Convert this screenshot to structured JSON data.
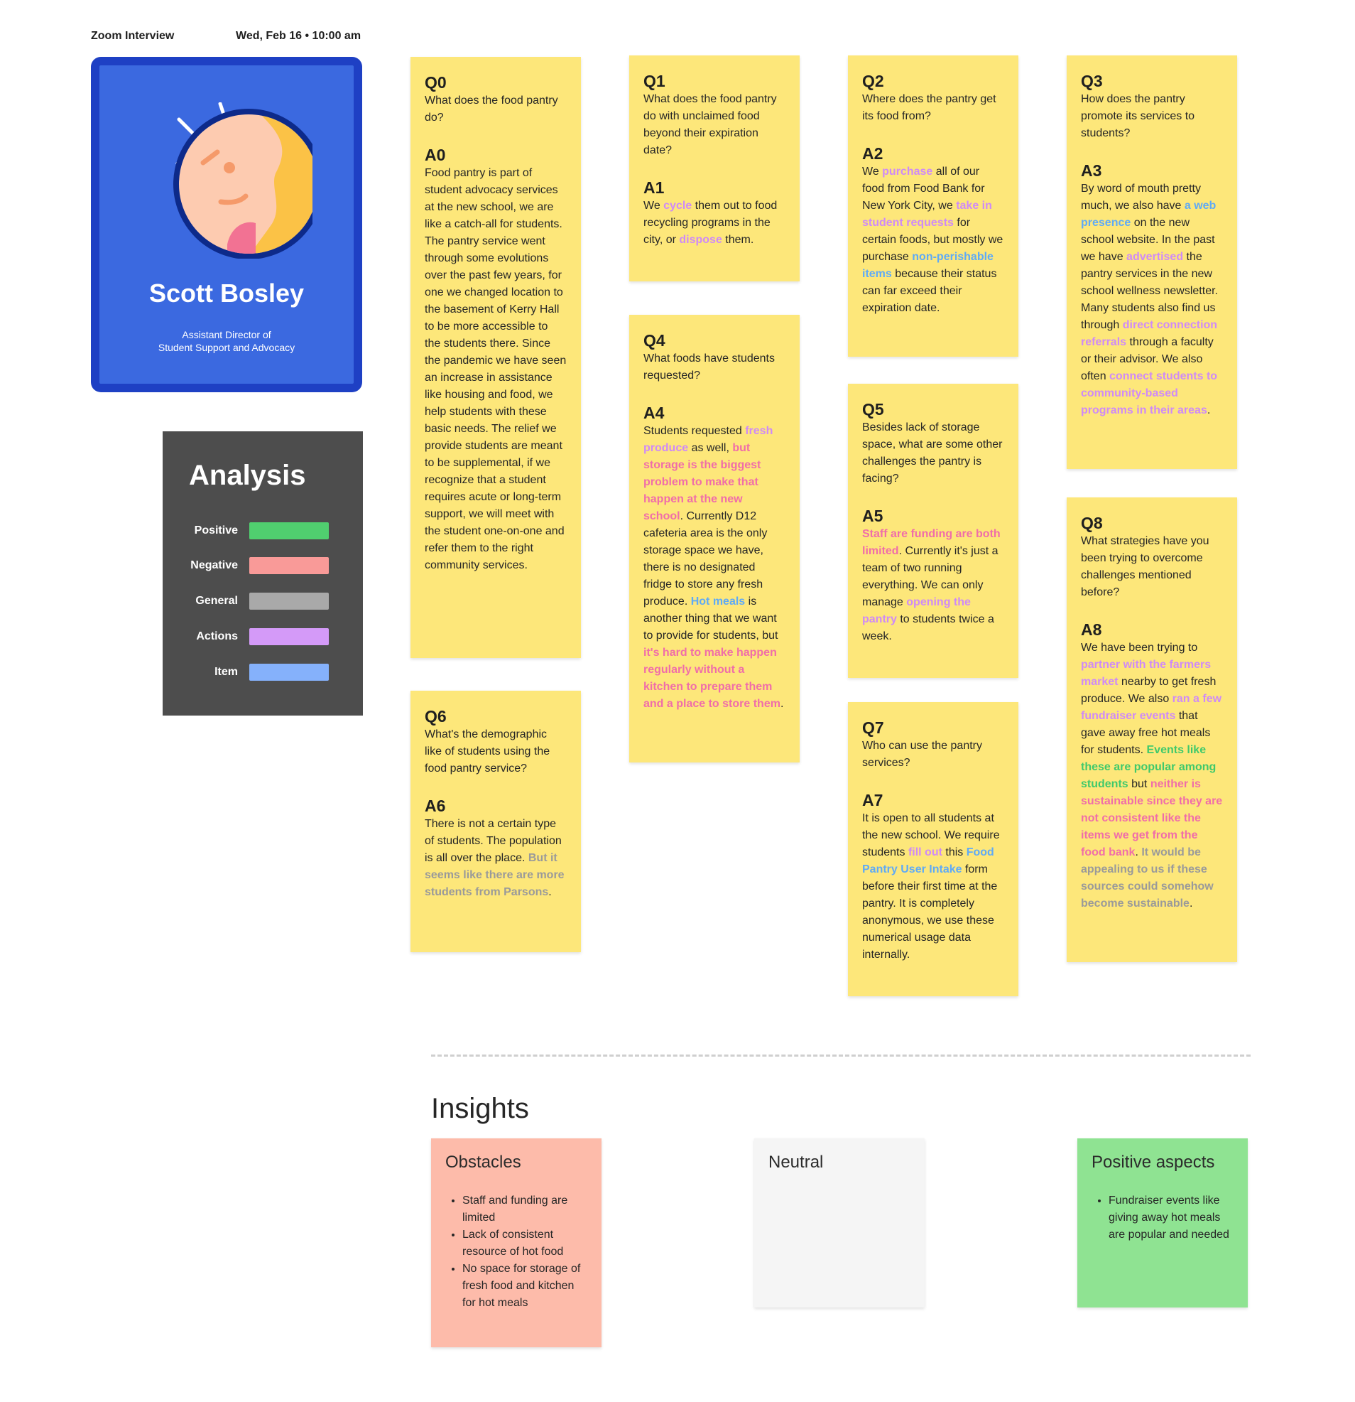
{
  "header": {
    "source": "Zoom Interview",
    "datetime": "Wed, Feb 16 • 10:00 am"
  },
  "profile": {
    "name": "Scott Bosley",
    "role_line1": "Assistant Director of",
    "role_line2": "Student Support and Advocacy",
    "avatar_icon": "face-avatar-icon",
    "colors": {
      "frame": "#1e40c4",
      "card": "#3b69e0",
      "face": "#fdcbb0",
      "hair": "#fbc246",
      "ring": "#0d2a8a"
    }
  },
  "analysis": {
    "title": "Analysis",
    "legend": [
      {
        "label": "Positive",
        "color": "#50cf6f"
      },
      {
        "label": "Negative",
        "color": "#f99a98"
      },
      {
        "label": "General",
        "color": "#a9a9a9"
      },
      {
        "label": "Actions",
        "color": "#d49af8"
      },
      {
        "label": "Item",
        "color": "#85b1fb"
      }
    ]
  },
  "notes": {
    "q0": {
      "q_label": "Q0",
      "question": "What does the food pantry do?",
      "a_label": "A0",
      "answer": [
        {
          "t": "Food pantry is part of student advocacy services at the new school, we are like a catch-all for students. The pantry service went through some evolutions over the past few years, for one we changed location to the basement of Kerry Hall to be more accessible to the students there. Since the pandemic we have seen an increase in assistance like housing and food, we help students with these basic needs. The relief we provide students are meant to be supplemental, if we recognize that a student requires acute or long-term support, we will meet with the student one-on-one and refer them to the right community services."
        }
      ]
    },
    "q1": {
      "q_label": "Q1",
      "question": "What does the food pantry do with unclaimed food beyond their expiration date?",
      "a_label": "A1",
      "answer": [
        {
          "t": "We "
        },
        {
          "t": "cycle",
          "c": "purple"
        },
        {
          "t": " them out to food recycling programs in the city, or "
        },
        {
          "t": "dispose",
          "c": "purple"
        },
        {
          "t": " them."
        }
      ]
    },
    "q2": {
      "q_label": "Q2",
      "question": "Where does the pantry get its food from?",
      "a_label": "A2",
      "answer": [
        {
          "t": "We "
        },
        {
          "t": "purchase",
          "c": "purple"
        },
        {
          "t": " all of our food from Food Bank for New York City, we "
        },
        {
          "t": "take in student requests",
          "c": "purple"
        },
        {
          "t": " for certain foods, but mostly we purchase "
        },
        {
          "t": "non-perishable items",
          "c": "blue"
        },
        {
          "t": " because their status can far exceed their expiration date."
        }
      ]
    },
    "q3": {
      "q_label": "Q3",
      "question": "How does the pantry promote its services to students?",
      "a_label": "A3",
      "answer": [
        {
          "t": "By word of mouth pretty much, we also have "
        },
        {
          "t": "a web presence",
          "c": "blue"
        },
        {
          "t": " on the new school website. In the past we have "
        },
        {
          "t": "advertised",
          "c": "purple"
        },
        {
          "t": " the pantry services in the new school wellness newsletter. Many students also find us through "
        },
        {
          "t": "direct connection referrals",
          "c": "purple"
        },
        {
          "t": " through a faculty or their advisor. We also often "
        },
        {
          "t": "connect students to community-based programs in their areas",
          "c": "purple"
        },
        {
          "t": "."
        }
      ]
    },
    "q4": {
      "q_label": "Q4",
      "question": "What foods have students requested?",
      "a_label": "A4",
      "answer": [
        {
          "t": "Students requested "
        },
        {
          "t": "fresh produce",
          "c": "purple"
        },
        {
          "t": " as well, "
        },
        {
          "t": "but storage is the biggest problem to make that happen at the new school",
          "c": "pink"
        },
        {
          "t": ". Currently D12 cafeteria area is the only storage space we have, there is no designated fridge to store any fresh produce. "
        },
        {
          "t": "Hot meals",
          "c": "blue"
        },
        {
          "t": " is another thing that we want to provide for students, but "
        },
        {
          "t": "it's hard to make happen regularly without a kitchen to prepare them and a place to store them",
          "c": "pink"
        },
        {
          "t": "."
        }
      ]
    },
    "q5": {
      "q_label": "Q5",
      "question": "Besides lack of storage space, what are some other challenges the pantry is facing?",
      "a_label": "A5",
      "answer": [
        {
          "t": "Staff are funding are both limited",
          "c": "pink"
        },
        {
          "t": ". Currently it's just a team of two running everything. We can only manage "
        },
        {
          "t": "opening the pantry",
          "c": "purple"
        },
        {
          "t": " to students twice a week."
        }
      ]
    },
    "q6": {
      "q_label": "Q6",
      "question": "What's the demographic like of students using the food pantry service?",
      "a_label": "A6",
      "answer": [
        {
          "t": "There is not a certain type of students. The population is all over the place. "
        },
        {
          "t": "But it seems like there are more students from Parsons",
          "c": "gray"
        },
        {
          "t": "."
        }
      ]
    },
    "q7": {
      "q_label": "Q7",
      "question": "Who can use the pantry services?",
      "a_label": "A7",
      "answer": [
        {
          "t": "It is open to all students at the new school. We require students "
        },
        {
          "t": "fill out",
          "c": "purple"
        },
        {
          "t": " this "
        },
        {
          "t": "Food Pantry User Intake",
          "c": "blue"
        },
        {
          "t": " form before their first time at the pantry. It is completely anonymous, we use these numerical usage data internally."
        }
      ]
    },
    "q8": {
      "q_label": "Q8",
      "question": "What strategies have you been trying to overcome challenges mentioned before?",
      "a_label": "A8",
      "answer": [
        {
          "t": "We have been trying to "
        },
        {
          "t": "partner with the farmers market",
          "c": "purple"
        },
        {
          "t": " nearby to get fresh produce. We also "
        },
        {
          "t": "ran a few fundraiser events",
          "c": "purple"
        },
        {
          "t": " that gave away free hot meals for students. "
        },
        {
          "t": "Events like these are popular among students",
          "c": "green"
        },
        {
          "t": " but "
        },
        {
          "t": "neither is sustainable since they are not consistent like the items we get from the food bank",
          "c": "pink"
        },
        {
          "t": ". "
        },
        {
          "t": "It would be appealing to us if these sources could somehow become sustainable",
          "c": "gray"
        },
        {
          "t": "."
        }
      ]
    }
  },
  "insights": {
    "title": "Insights",
    "obstacles": {
      "title": "Obstacles",
      "color": "#fdbbaa",
      "items": [
        "Staff and funding are limited",
        "Lack of consistent resource of hot food",
        "No space for storage of fresh food and kitchen for hot meals"
      ]
    },
    "neutral": {
      "title": "Neutral",
      "color": "#f5f5f5",
      "items": []
    },
    "positive": {
      "title": "Positive aspects",
      "color": "#8fe392",
      "items": [
        "Fundraiser events like giving away hot meals are popular and needed"
      ]
    }
  },
  "highlight_colors": {
    "pink": "#f06da9",
    "purple": "#cf8af7",
    "blue": "#5eaaf7",
    "green": "#3fc96b",
    "gray": "#9a9a9a"
  }
}
